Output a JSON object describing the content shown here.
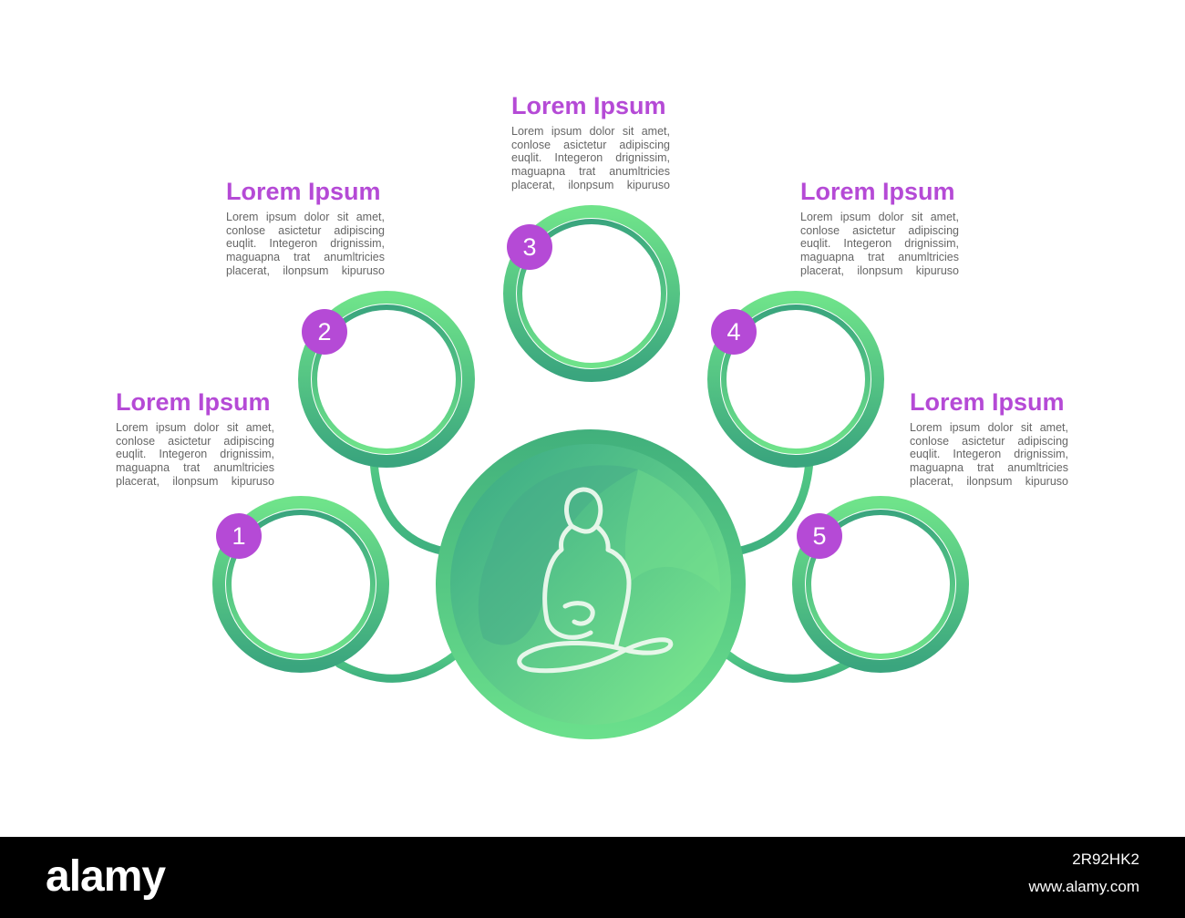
{
  "steps": [
    {
      "number": "1",
      "title": "Lorem Ipsum",
      "text": "Lorem ipsum dolor sit amet, conlose asictetur adipiscing euqlit. Integeron drignissim, maguapna trat anumltricies placerat, ilonpsum kipuruso"
    },
    {
      "number": "2",
      "title": "Lorem Ipsum",
      "text": "Lorem ipsum dolor sit amet, conlose asictetur adipiscing euqlit. Integeron drignissim, maguapna trat anumltricies placerat, ilonpsum kipuruso"
    },
    {
      "number": "3",
      "title": "Lorem Ipsum",
      "text": "Lorem ipsum dolor sit amet, conlose asictetur adipiscing euqlit. Integeron drignissim, maguapna trat anumltricies placerat, ilonpsum kipuruso"
    },
    {
      "number": "4",
      "title": "Lorem Ipsum",
      "text": "Lorem ipsum dolor sit amet, conlose asictetur adipiscing euqlit. Integeron drignissim, maguapna trat anumltricies placerat, ilonpsum kipuruso"
    },
    {
      "number": "5",
      "title": "Lorem Ipsum",
      "text": "Lorem ipsum dolor sit amet, conlose asictetur adipiscing euqlit. Integeron drignissim, maguapna trat anumltricies placerat, ilonpsum kipuruso"
    }
  ],
  "center_icon": "meditation-figure-icon",
  "colors": {
    "accent": "#b54ad6",
    "green_light": "#6fe38a",
    "green_dark": "#3aa57e",
    "body_text": "#666666"
  },
  "footer": {
    "logo": "alamy",
    "image_id": "2R92HK2",
    "url": "www.alamy.com"
  }
}
